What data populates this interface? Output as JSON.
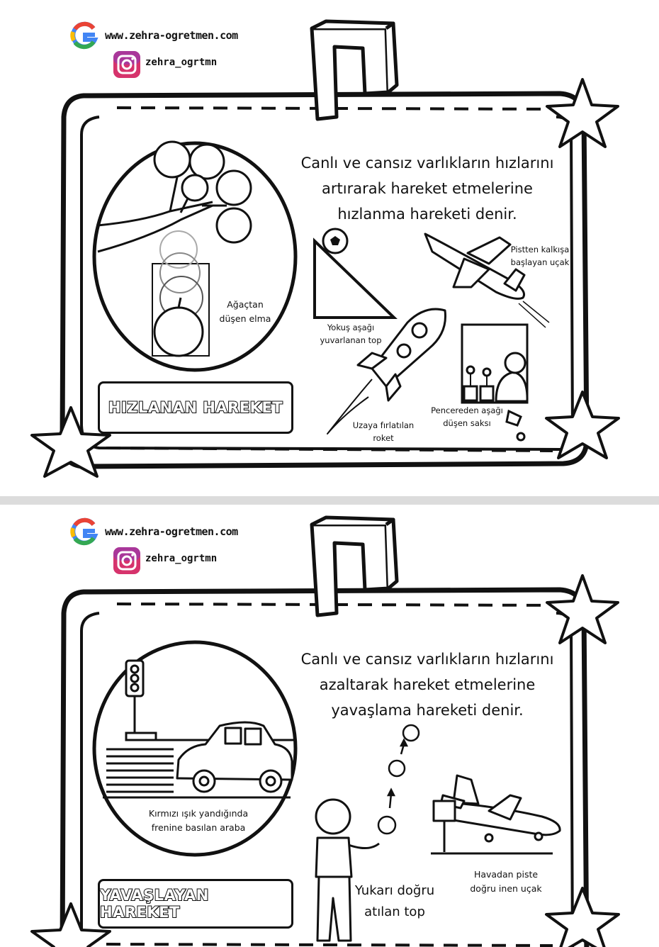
{
  "branding": {
    "website": "www.zehra-ogretmen.com",
    "instagram": "zehra_ogrtmn",
    "icons": [
      "google-icon",
      "instagram-icon"
    ]
  },
  "page1": {
    "definition_lines": [
      "Canlı ve cansız varlıkların hızlarını",
      "artırarak hareket etmelerine",
      "hızlanma hareketi denir."
    ],
    "title": "HIZLANAN HAREKET",
    "examples": {
      "apple_line1": "Ağaçtan",
      "apple_line2": "düşen elma",
      "ball_line1": "Yokuş aşağı",
      "ball_line2": "yuvarlanan top",
      "plane_line1": "Pistten kalkışa",
      "plane_line2": "başlayan uçak",
      "rocket_line1": "Uzaya fırlatılan",
      "rocket_line2": "roket",
      "pot_line1": "Pencereden aşağı",
      "pot_line2": "düşen saksı"
    }
  },
  "page2": {
    "definition_lines": [
      "Canlı ve cansız varlıkların hızlarını",
      "azaltarak hareket etmelerine",
      "yavaşlama hareketi denir."
    ],
    "title": "YAVAŞLAYAN HAREKET",
    "examples": {
      "car_line1": "Kırmızı ışık yandığında",
      "car_line2": "frenine basılan araba",
      "ball_line1": "Yukarı doğru",
      "ball_line2": "atılan top",
      "plane_line1": "Havadan piste",
      "plane_line2": "doğru inen uçak"
    }
  },
  "colors": {
    "ink": "#111111",
    "paper": "#ffffff",
    "separator": "#dcdcdc"
  }
}
